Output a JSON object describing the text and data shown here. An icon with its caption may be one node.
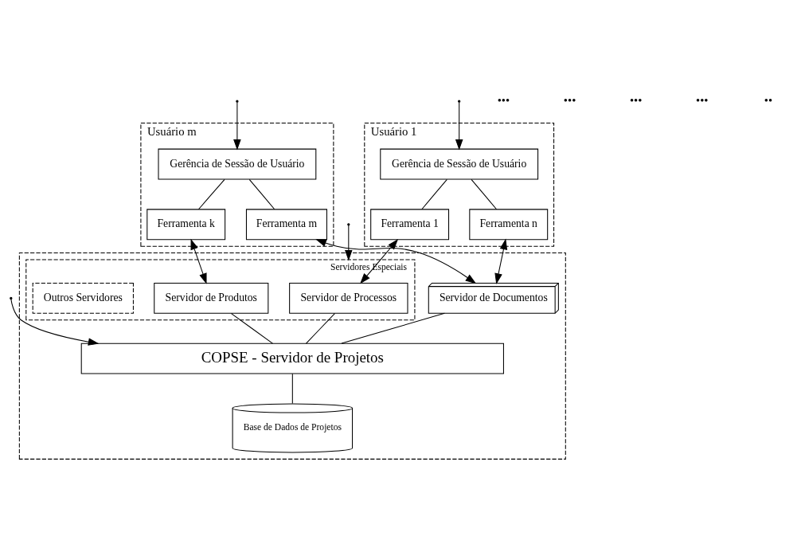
{
  "diagram": {
    "nodes": [
      {
        "text": [
          "Usuário 1"
        ]
      },
      {
        "text": [
          "Gerência de Sessão de Usuário"
        ],
        "in": 0
      },
      {
        "text": [
          "Ferramenta 1"
        ],
        "in": 0
      },
      {
        "text": [
          "Ferramenta n"
        ],
        "in": 0
      },
      {
        "text": [
          "Usuário m"
        ]
      },
      {
        "text": [
          "Gerência de Sessão de Usuário"
        ],
        "in": 4
      },
      {
        "text": [
          "Ferramenta k"
        ],
        "in": 4
      },
      {
        "text": [
          "Ferramenta m"
        ],
        "in": 4
      },
      {
        "text": [],
        "shape": "box"
      },
      {
        "text": [
          "Servidores Especiais"
        ],
        "in": 8
      },
      {
        "text": [
          "Servidor de Processos"
        ],
        "in": 9
      },
      {
        "text": [
          "Servidor de Produtos"
        ],
        "in": 9
      },
      {
        "text": [
          "Outros Servidores"
        ],
        "in": 9
      },
      {
        "text": [
          "Servidor de Documentos"
        ],
        "in": 8
      },
      {
        "text": [
          "COPSE - Servidor de Projetos"
        ],
        "in": 8
      },
      {
        "text": [
          "Base de Dados de Projetos"
        ],
        "in": 8
      }
    ],
    "edges": [
      {
        "from": null,
        "to": 1,
        "arrow": "to"
      },
      {
        "from": null,
        "to": 5,
        "arrow": "to"
      },
      {
        "from": null,
        "to": 9,
        "arrow": "to"
      },
      {
        "from": null,
        "to": 14,
        "arrow": "to"
      },
      {
        "from": 1,
        "to": 2,
        "arrow": "none"
      },
      {
        "from": 1,
        "to": 3,
        "arrow": "none"
      },
      {
        "from": 5,
        "to": 6,
        "arrow": "none"
      },
      {
        "from": 5,
        "to": 7,
        "arrow": "none"
      },
      {
        "from": 2,
        "to": 10,
        "arrow": "both"
      },
      {
        "from": 3,
        "to": 13,
        "arrow": "both"
      },
      {
        "from": 6,
        "to": 11,
        "arrow": "both"
      },
      {
        "from": 7,
        "to": 13,
        "arrow": "both"
      },
      {
        "from": 10,
        "to": 14,
        "arrow": "none"
      },
      {
        "from": 11,
        "to": 14,
        "arrow": "none"
      },
      {
        "from": 13,
        "to": 14,
        "arrow": "none"
      },
      {
        "from": 14,
        "to": 15,
        "arrow": "none"
      }
    ],
    "labels": [
      "•••",
      "•••",
      "•••",
      "•••",
      "••"
    ]
  }
}
